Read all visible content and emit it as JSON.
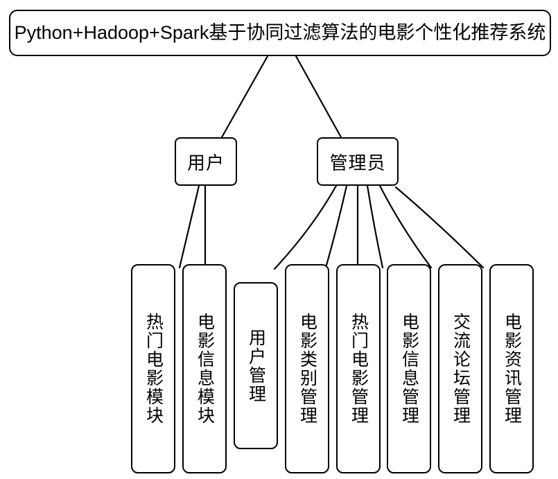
{
  "diagram": {
    "type": "hierarchy-tree",
    "title_node": {
      "label": "Python+Hadoop+Spark基于协同过滤算法的电影个性化推荐系统",
      "label_latin": "Python+Hadoop+Spark",
      "label_han": "基于协同过滤算法的电影个性化推荐系统"
    },
    "actors": [
      {
        "id": "user",
        "label": "用户"
      },
      {
        "id": "admin",
        "label": "管理员"
      }
    ],
    "leaves": [
      {
        "id": "hot-movie-module",
        "label": "热门电影模块",
        "parent": "user"
      },
      {
        "id": "movie-info-module",
        "label": "电影信息模块",
        "parent": "user"
      },
      {
        "id": "user-management",
        "label": "用户管理",
        "parent": "admin"
      },
      {
        "id": "movie-category-management",
        "label": "电影类别管理",
        "parent": "admin"
      },
      {
        "id": "hot-movie-management",
        "label": "热门电影管理",
        "parent": "admin"
      },
      {
        "id": "movie-info-management",
        "label": "电影信息管理",
        "parent": "admin"
      },
      {
        "id": "forum-management",
        "label": "交流论坛管理",
        "parent": "admin"
      },
      {
        "id": "movie-news-management",
        "label": "电影资讯管理",
        "parent": "admin"
      }
    ],
    "colors": {
      "line": "#000000",
      "box_fill": "#ffffff",
      "text": "#000000"
    }
  }
}
